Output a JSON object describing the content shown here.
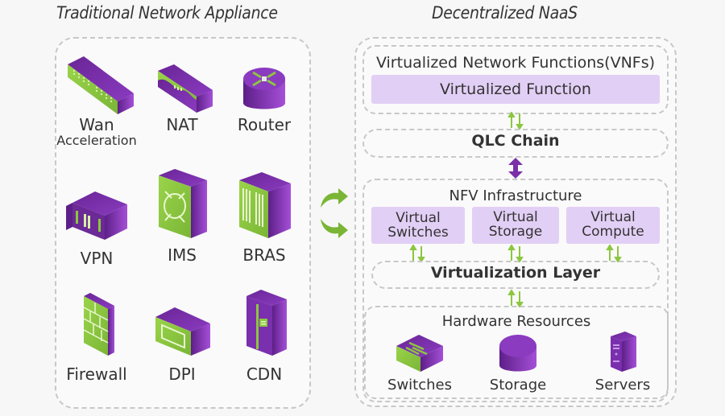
{
  "headings": {
    "left": "Traditional Network Appliance",
    "right": "Decentralized NaaS"
  },
  "traditional_appliances": [
    {
      "label": "Wan",
      "sublabel": "Acceleration",
      "icon": "wan-acceleration-icon"
    },
    {
      "label": "NAT",
      "icon": "nat-icon"
    },
    {
      "label": "Router",
      "icon": "router-icon"
    },
    {
      "label": "VPN",
      "icon": "vpn-icon"
    },
    {
      "label": "IMS",
      "icon": "ims-icon"
    },
    {
      "label": "BRAS",
      "icon": "bras-icon"
    },
    {
      "label": "Firewall",
      "icon": "firewall-icon"
    },
    {
      "label": "DPI",
      "icon": "dpi-icon"
    },
    {
      "label": "CDN",
      "icon": "cdn-icon"
    }
  ],
  "transition_arrows": "green-curved-arrows",
  "naas": {
    "vnf": {
      "title": "Virtualized Network Functions(VNFs)",
      "function_label": "Virtualized Function"
    },
    "chain_label": "QLC Chain",
    "nfvi": {
      "title": "NFV Infrastructure",
      "virtual_resources": [
        {
          "line1": "Virtual",
          "line2": "Switches"
        },
        {
          "line1": "Virtual",
          "line2": "Storage"
        },
        {
          "line1": "Virtual",
          "line2": "Compute"
        }
      ],
      "virtualization_layer": "Virtualization Layer",
      "hardware": {
        "title": "Hardware Resources",
        "items": [
          {
            "label": "Switches",
            "icon": "switch-icon"
          },
          {
            "label": "Storage",
            "icon": "storage-icon"
          },
          {
            "label": "Servers",
            "icon": "server-icon"
          }
        ]
      }
    }
  },
  "colors": {
    "purple": "#7b2fa8",
    "purple_light": "#a64fd6",
    "green": "#8cc63f",
    "lavender": "#e2cff5",
    "dash": "#c8c8c8"
  }
}
